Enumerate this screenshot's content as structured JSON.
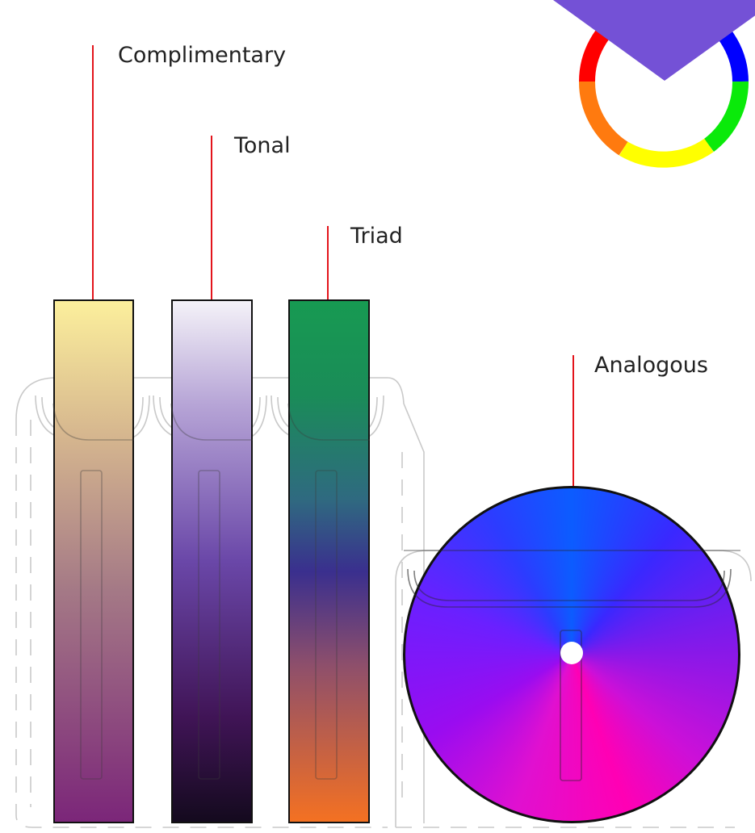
{
  "labels": {
    "complimentary": "Complimentary",
    "tonal": "Tonal",
    "triad": "Triad",
    "analogous": "Analogous"
  },
  "colors": {
    "accent_line": "#e3141b",
    "pointer": "#7451d6",
    "complimentary_top": "#fcef9c",
    "complimentary_bottom": "#7b2679",
    "tonal_top": "#f4f2f8",
    "tonal_mid": "#6a47a8",
    "tonal_bottom": "#140a1e",
    "triad_top": "#179a52",
    "triad_mid": "#3a2f8e",
    "triad_bottom": "#f47122",
    "analogous_center": "#ffffff"
  },
  "wheel_segments": [
    "red",
    "blue",
    "green",
    "yellow",
    "orange"
  ]
}
